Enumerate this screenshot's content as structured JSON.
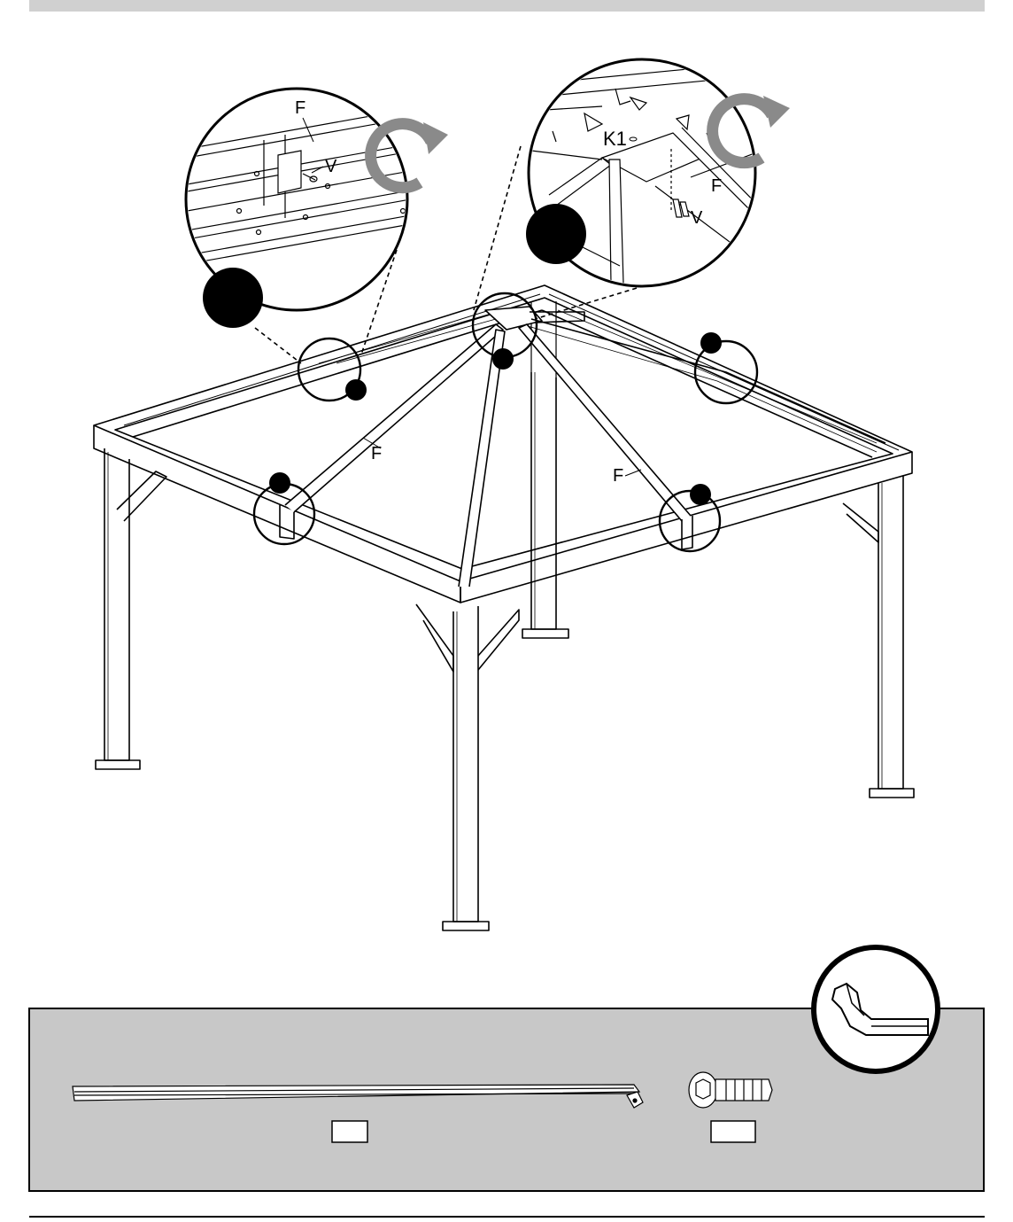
{
  "diagram": {
    "labels": {
      "beam_left": "F",
      "beam_right": "F",
      "detail_left_part": "F",
      "detail_left_screw": "V",
      "detail_center_hub": "K1",
      "detail_center_part": "F",
      "detail_center_screw": "V"
    },
    "rotate_icon": "rotate-clockwise-icon",
    "tool_icon": "allen-key-icon",
    "parts_tray": {
      "beam_part_box": "",
      "screw_part_box": ""
    }
  }
}
